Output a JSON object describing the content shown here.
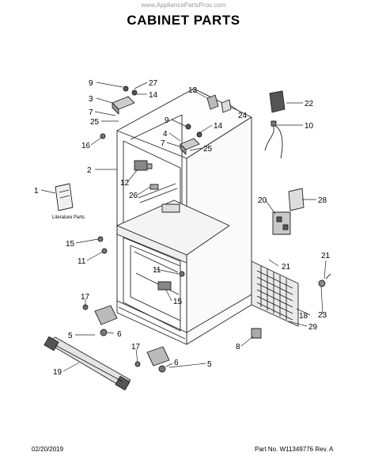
{
  "watermark": "www.AppliancePartsPros.com",
  "title": "CABINET PARTS",
  "literature_label": "Literature Parts",
  "footer": {
    "date": "02/20/2019",
    "part_info": "Part No. W11349776  Rev. A"
  },
  "callouts": {
    "c1": "1",
    "c2": "2",
    "c3": "3",
    "c4": "4",
    "c5a": "5",
    "c5b": "5",
    "c6a": "6",
    "c6b": "6",
    "c7a": "7",
    "c7b": "7",
    "c8": "8",
    "c9a": "9",
    "c9b": "9",
    "c10": "10",
    "c11a": "11",
    "c11b": "11",
    "c12": "12",
    "c13": "13",
    "c14a": "14",
    "c14b": "14",
    "c15a": "15",
    "c15b": "15",
    "c16": "16",
    "c17a": "17",
    "c17b": "17",
    "c18": "18",
    "c19": "19",
    "c20": "20",
    "c21a": "21",
    "c21b": "21",
    "c22": "22",
    "c23": "23",
    "c24": "24",
    "c25a": "25",
    "c25b": "25",
    "c26": "26",
    "c27": "27",
    "c28": "28",
    "c29": "29"
  }
}
